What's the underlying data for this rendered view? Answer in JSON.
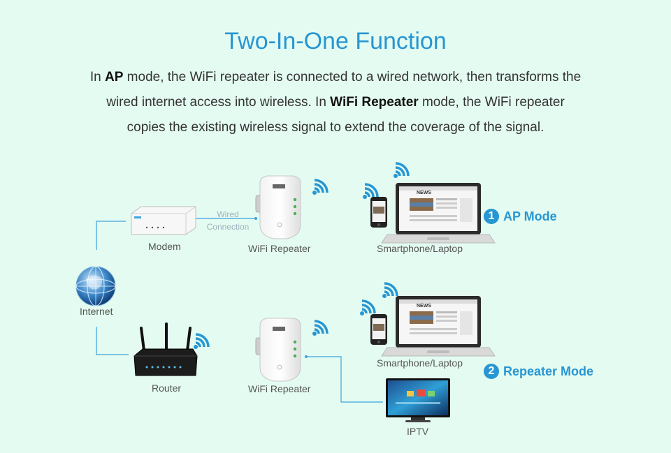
{
  "heading": "Two-In-One Function",
  "description": {
    "line1": {
      "p1": "In ",
      "b1": "AP",
      "p2": " mode, the WiFi repeater is connected to a wired network, then transforms the"
    },
    "line2": {
      "p1": "wired internet access into wireless. In ",
      "b1": "WiFi Repeater",
      "p2": " mode, the WiFi repeater"
    },
    "line3": {
      "p1": "copies the existing wireless signal to extend the coverage of the signal."
    }
  },
  "nodes": {
    "internet": "Internet",
    "modem": "Modem",
    "router": "Router",
    "repeater_ap": "WiFi Repeater",
    "repeater_rep": "WiFi Repeater",
    "devices_ap": "Smartphone/Laptop",
    "devices_rep": "Smartphone/Laptop",
    "iptv": "IPTV"
  },
  "wired_label": {
    "line1": "Wired",
    "line2": "Connection"
  },
  "modes": [
    {
      "number": "1",
      "label": "AP Mode"
    },
    {
      "number": "2",
      "label": "Repeater Mode"
    }
  ],
  "screen_news": "NEWS",
  "colors": {
    "accent": "#2796d3",
    "background": "#e4fbf1",
    "connector": "#3aa3dc"
  },
  "icons": {
    "wifi": "wifi-signal-icon",
    "globe": "globe-icon"
  }
}
